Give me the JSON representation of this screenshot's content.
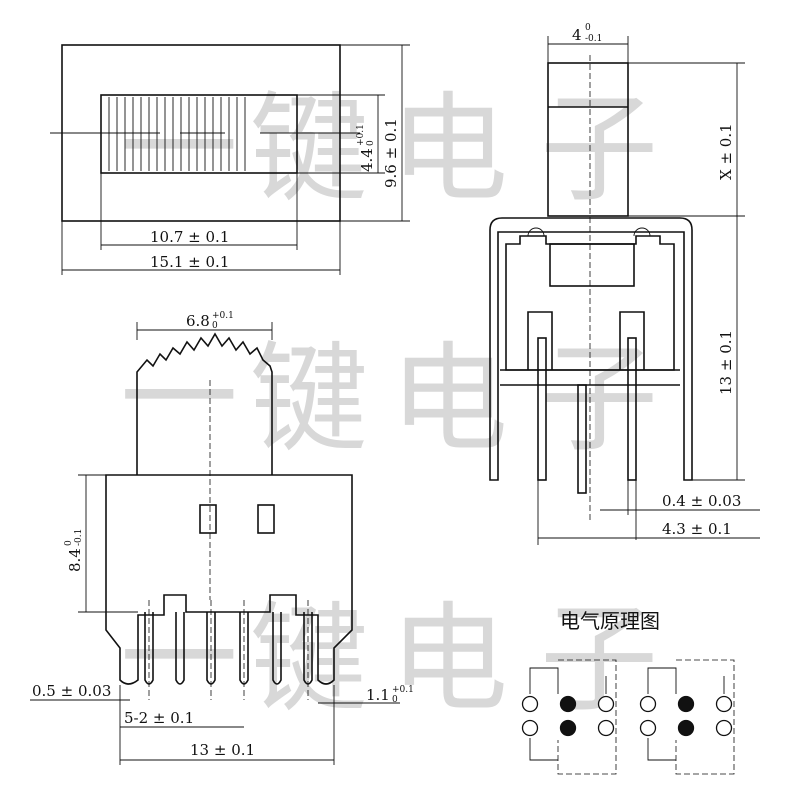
{
  "watermark": [
    "一",
    "键",
    "电",
    "子"
  ],
  "top_view": {
    "dim_inner_width": "10.7 ± 0.1",
    "dim_outer_width": "15.1 ± 0.1",
    "dim_actuator_height": "4.4",
    "dim_actuator_height_tol_upper": "+0.1",
    "dim_actuator_height_tol_lower": "0",
    "dim_total_height": "9.6 ± 0.1"
  },
  "side_view": {
    "dim_actuator_width": "4",
    "dim_actuator_width_tol_upper": "0",
    "dim_actuator_width_tol_lower": "-0.1",
    "dim_actuator_height": "X ± 0.1",
    "dim_body_height": "13 ± 0.1",
    "dim_pin_width": "0.4 ± 0.03",
    "dim_pin_span": "4.3 ± 0.1"
  },
  "front_view": {
    "dim_knob_width": "6.8",
    "dim_knob_width_tol_upper": "+0.1",
    "dim_knob_width_tol_lower": "0",
    "dim_body_height": "8.4",
    "dim_body_height_tol_upper": "0",
    "dim_body_height_tol_lower": "-0.1",
    "dim_pin_thickness": "0.5 ± 0.03",
    "dim_pin_pitch": "5-2 ± 0.1",
    "dim_total_width": "13 ± 0.1",
    "dim_lug_width": "1.1",
    "dim_lug_width_tol_upper": "+0.1",
    "dim_lug_width_tol_lower": "0"
  },
  "schematic": {
    "title": "电气原理图"
  }
}
